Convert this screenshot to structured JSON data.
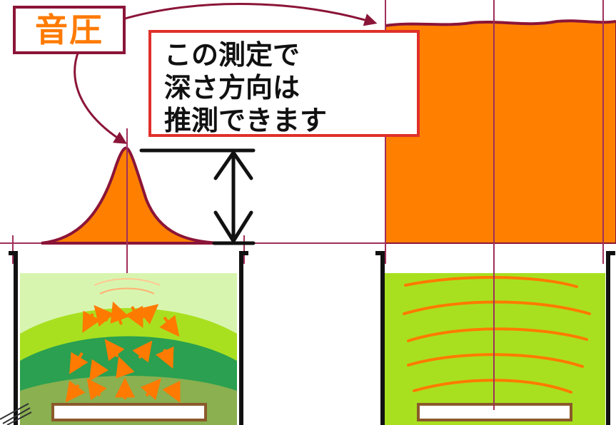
{
  "title_label": "音圧",
  "note": {
    "lines": [
      "この測定で",
      "深さ方向は",
      "推測できます"
    ]
  },
  "colors": {
    "orange": "#ff8000",
    "curve_outline": "#8b1538",
    "guide_line": "#a0305a",
    "note_border": "#e0302a",
    "light_green": "#d8f5b0",
    "lime_green": "#a8e020",
    "dark_green": "#2aa050",
    "olive_green": "#8ab050",
    "wall": "#111111"
  },
  "icons": [
    "double-arrow-icon",
    "curved-pointer-arrow-icon",
    "arrowhead-icon"
  ]
}
